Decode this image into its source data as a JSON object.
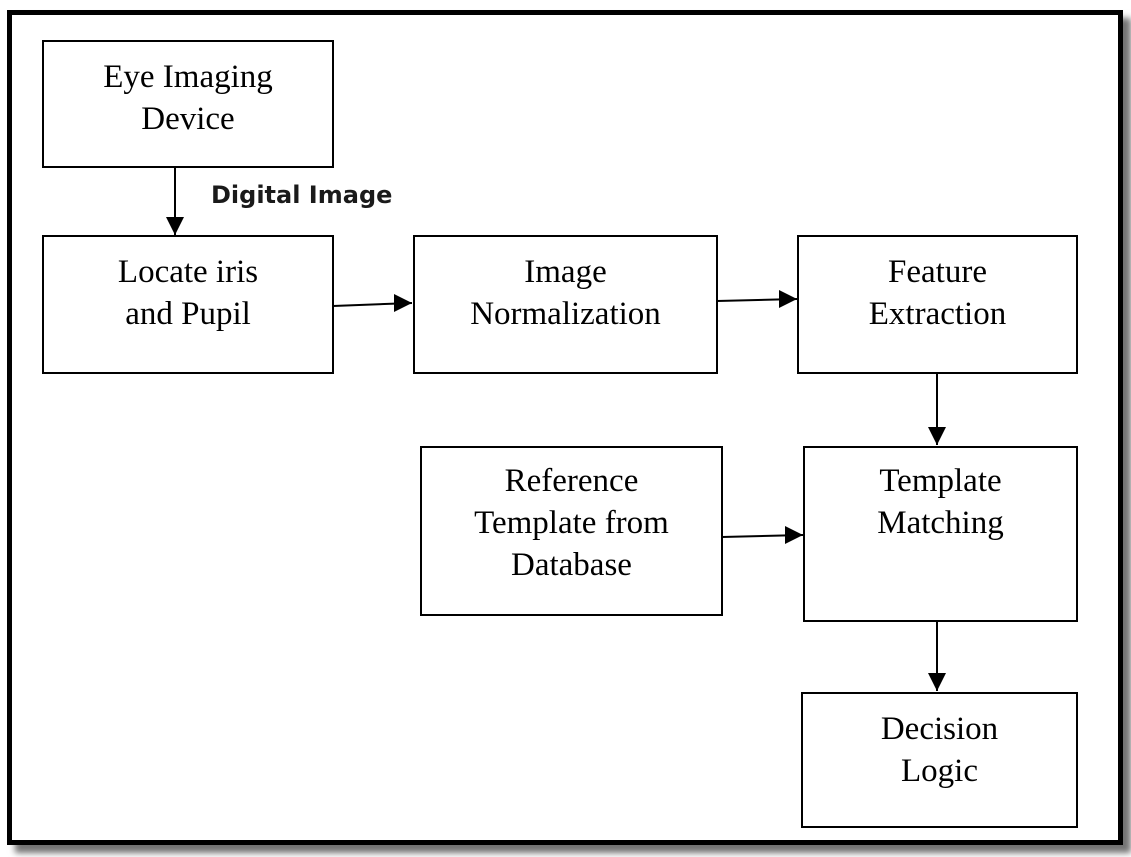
{
  "diagram": {
    "nodes": {
      "eye_imaging_device": "Eye Imaging\nDevice",
      "locate_iris_pupil": "Locate iris\nand Pupil",
      "image_normalization": "Image\nNormalization",
      "feature_extraction": "Feature\nExtraction",
      "reference_template": "Reference\nTemplate from\nDatabase",
      "template_matching": "Template\nMatching",
      "decision_logic": "Decision\nLogic"
    },
    "edge_labels": {
      "digital_image": "Digital Image"
    },
    "edges": [
      {
        "from": "eye_imaging_device",
        "to": "locate_iris_pupil",
        "label": "Digital Image"
      },
      {
        "from": "locate_iris_pupil",
        "to": "image_normalization"
      },
      {
        "from": "image_normalization",
        "to": "feature_extraction"
      },
      {
        "from": "feature_extraction",
        "to": "template_matching"
      },
      {
        "from": "reference_template",
        "to": "template_matching"
      },
      {
        "from": "template_matching",
        "to": "decision_logic"
      }
    ],
    "colors": {
      "stroke": "#000000",
      "background": "#ffffff"
    }
  }
}
